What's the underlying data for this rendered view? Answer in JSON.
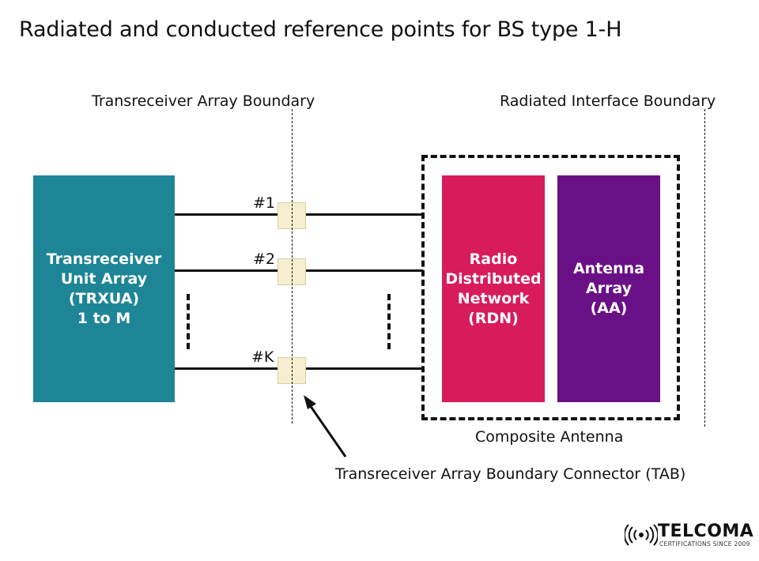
{
  "title": "Radiated and conducted reference points for BS type 1-H",
  "boundaries": {
    "transreceiver_array": "Transreceiver Array Boundary",
    "radiated_interface": "Radiated Interface Boundary"
  },
  "trxua": {
    "line1": "Transreceiver",
    "line2": "Unit Array",
    "line3": "(TRXUA)",
    "line4": "1 to M"
  },
  "rdn": {
    "line1": "Radio",
    "line2": "Distributed",
    "line3": "Network",
    "line4": "(RDN)"
  },
  "aa": {
    "line1": "Antenna",
    "line2": "Array",
    "line3": "(AA)"
  },
  "ports": [
    "#1",
    "#2",
    "#K"
  ],
  "composite_antenna_label": "Composite Antenna",
  "tab_label": "Transreceiver Array Boundary Connector (TAB)",
  "logo": {
    "name": "TELCOMA",
    "tagline": "CERTIFICATIONS SINCE 2009"
  },
  "colors": {
    "trxua": "#1d8596",
    "rdn": "#d81b5b",
    "aa": "#6a1086",
    "connector": "#f6efcf"
  }
}
